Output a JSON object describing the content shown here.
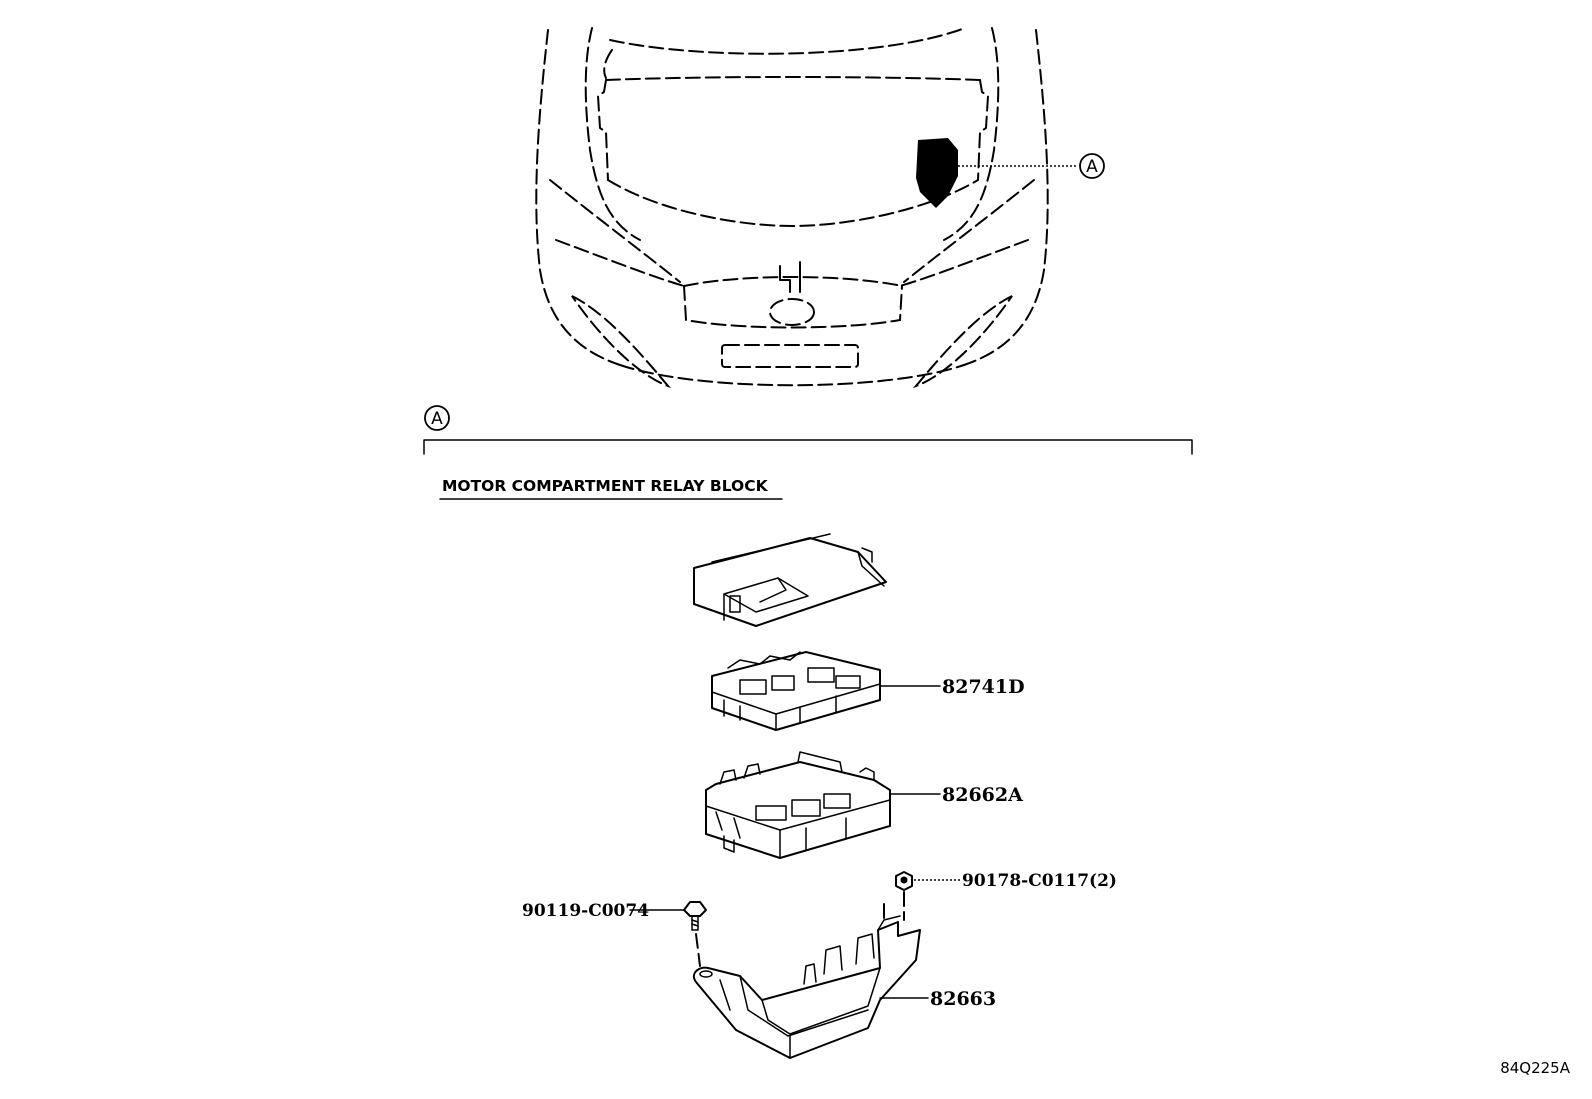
{
  "callouts": {
    "view_marker": "A",
    "section_marker": "A"
  },
  "section": {
    "title": "MOTOR COMPARTMENT RELAY BLOCK"
  },
  "parts": {
    "cover_label": "82741D",
    "upper_case_label": "82662A",
    "lower_case_label": "82663",
    "bolt_label": "90119-C0074",
    "nut_label": "90178-C0117(2)"
  },
  "figure_code": "84Q225A"
}
